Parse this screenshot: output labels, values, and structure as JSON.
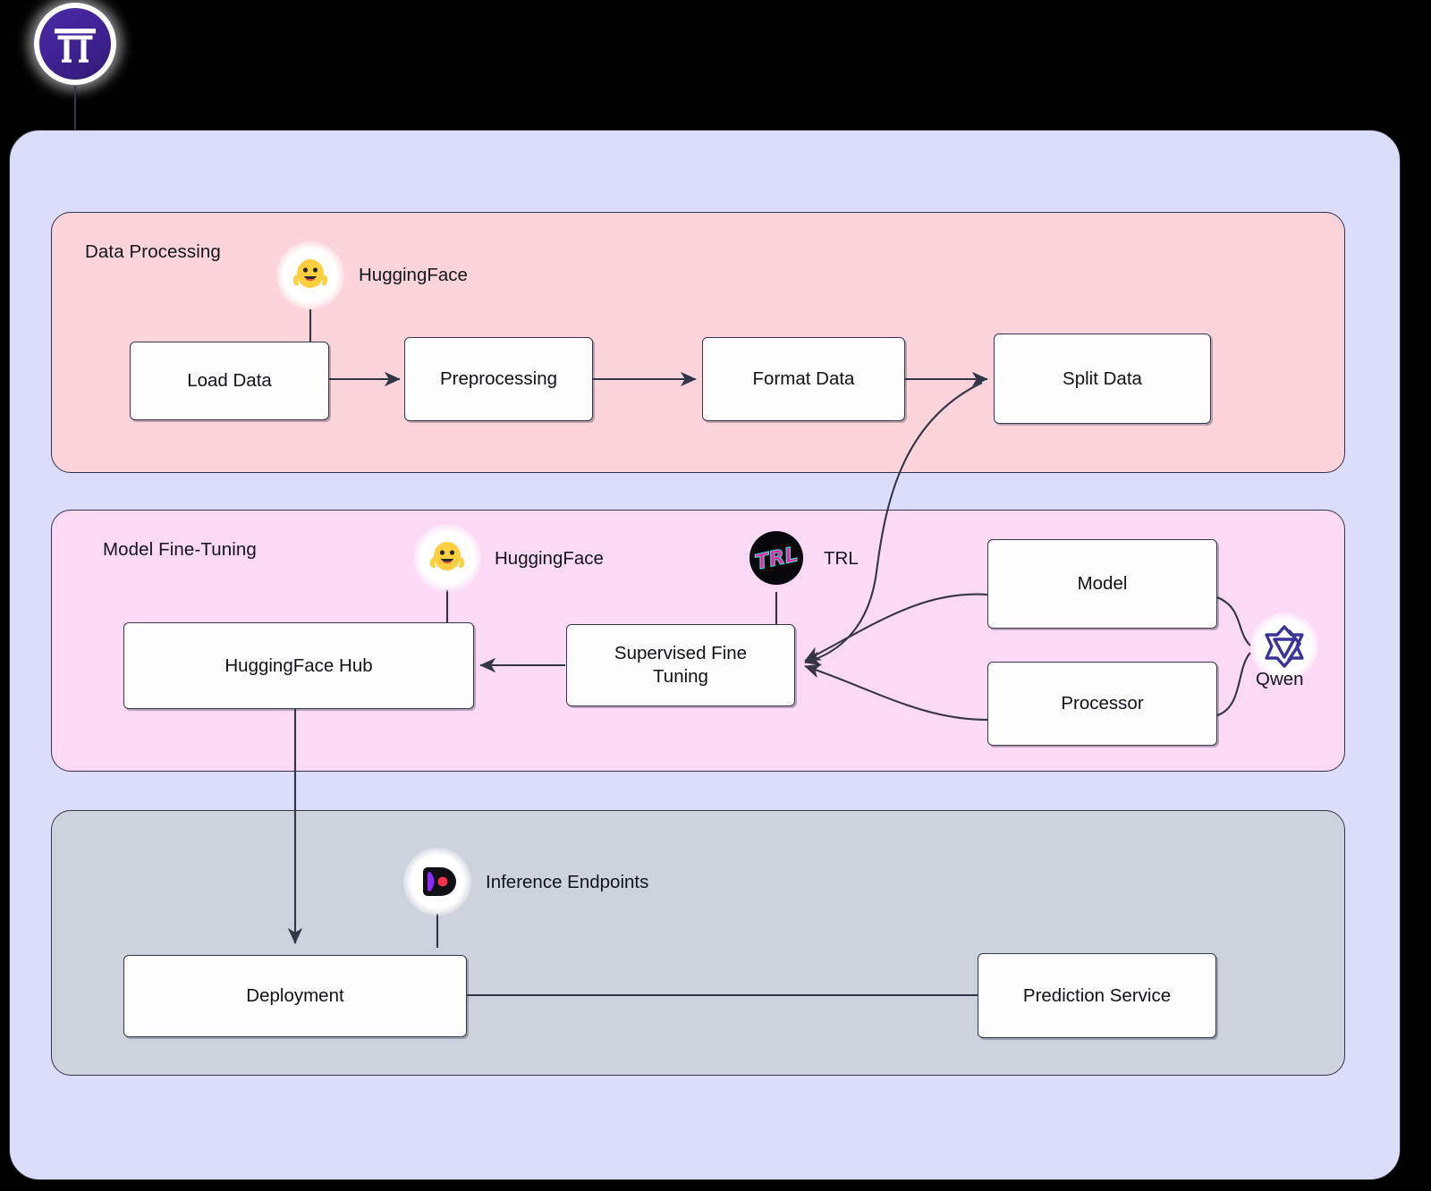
{
  "brand": {
    "logo_icon": "torii-gate-icon"
  },
  "diagram": {
    "type": "flowchart",
    "clusters": [
      {
        "id": "data-processing",
        "title": "Data Processing",
        "color": "#fbd5db",
        "nodes": [
          "Load Data",
          "Preprocessing",
          "Format Data",
          "Split Data"
        ],
        "tech": [
          {
            "name": "HuggingFace",
            "icon": "huggingface-icon"
          }
        ]
      },
      {
        "id": "model-fine-tuning",
        "title": "Model Fine-Tuning",
        "color": "#fcd9f5",
        "nodes": [
          "HuggingFace Hub",
          "Supervised Fine Tuning",
          "Model",
          "Processor"
        ],
        "tech": [
          {
            "name": "HuggingFace",
            "icon": "huggingface-icon"
          },
          {
            "name": "TRL",
            "icon": "trl-icon"
          },
          {
            "name": "Qwen",
            "icon": "qwen-icon"
          }
        ]
      },
      {
        "id": "inference",
        "title": "",
        "color": "#ced2dc",
        "nodes": [
          "Deployment",
          "Prediction Service"
        ],
        "tech": [
          {
            "name": "Inference Endpoints",
            "icon": "inference-endpoints-icon"
          }
        ]
      }
    ],
    "nodes": {
      "load_data": "Load Data",
      "preprocessing": "Preprocessing",
      "format_data": "Format Data",
      "split_data": "Split Data",
      "hf_hub": "HuggingFace Hub",
      "sft_line1": "Supervised Fine",
      "sft_line2": "Tuning",
      "model": "Model",
      "processor": "Processor",
      "deployment": "Deployment",
      "prediction_service": "Prediction Service"
    },
    "labels": {
      "data_processing": "Data Processing",
      "model_fine_tuning": "Model Fine-Tuning",
      "huggingface_top": "HuggingFace",
      "huggingface_mid": "HuggingFace",
      "trl": "TRL",
      "qwen": "Qwen",
      "inference_endpoints": "Inference Endpoints"
    },
    "edges": [
      {
        "from": "Load Data",
        "to": "Preprocessing",
        "arrow": true
      },
      {
        "from": "Preprocessing",
        "to": "Format Data",
        "arrow": true
      },
      {
        "from": "Format Data",
        "to": "Split Data",
        "arrow": true
      },
      {
        "from": "Split Data",
        "to": "Supervised Fine Tuning",
        "arrow": true
      },
      {
        "from": "Supervised Fine Tuning",
        "to": "HuggingFace Hub",
        "arrow": true
      },
      {
        "from": "Model",
        "to": "Supervised Fine Tuning",
        "arrow": true
      },
      {
        "from": "Processor",
        "to": "Supervised Fine Tuning",
        "arrow": true
      },
      {
        "from": "HuggingFace Hub",
        "to": "Deployment",
        "arrow": true
      },
      {
        "from": "Deployment",
        "to": "Prediction Service",
        "arrow": false
      },
      {
        "from": "HuggingFace",
        "to": "Load Data",
        "arrow": false
      },
      {
        "from": "HuggingFace",
        "to": "HuggingFace Hub",
        "arrow": false
      },
      {
        "from": "TRL",
        "to": "Supervised Fine Tuning",
        "arrow": false
      },
      {
        "from": "Model",
        "to": "Qwen",
        "arrow": false
      },
      {
        "from": "Processor",
        "to": "Qwen",
        "arrow": false
      },
      {
        "from": "Inference Endpoints",
        "to": "Deployment",
        "arrow": false
      }
    ],
    "colors": {
      "outer_frame": "#dcdcfb",
      "data_panel": "#fbd5db",
      "finetune_panel": "#fcd9f5",
      "inference_panel": "#ced2dc",
      "node_fill": "#fdfdfd",
      "stroke": "#35354b",
      "background": "#000000"
    }
  }
}
